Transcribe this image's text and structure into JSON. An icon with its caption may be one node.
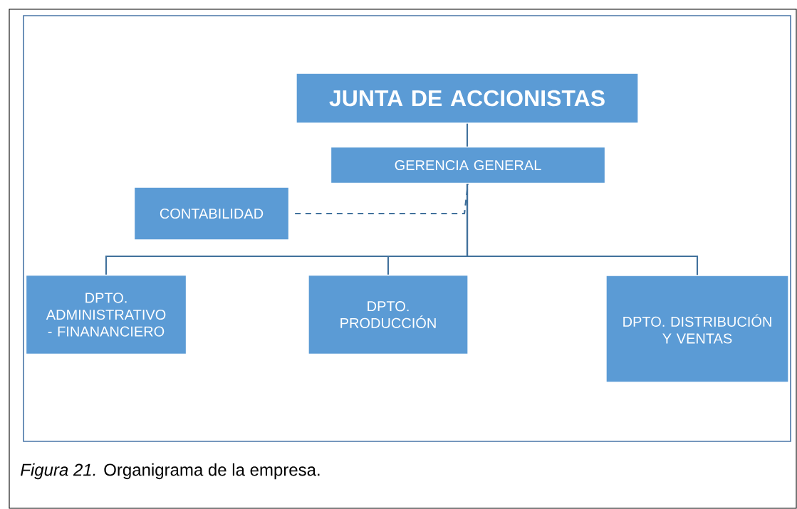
{
  "diagram": {
    "caption": "*Figura 21.*  Organigrama de la empresa.",
    "nodes": [
      {
        "text": [
          "JUNTA DE ACCIONISTAS"
        ]
      },
      {
        "text": [
          "GERENCIA GENERAL"
        ]
      },
      {
        "text": [
          "CONTABILIDAD"
        ]
      },
      {
        "text": [
          "DPTO. ADMINISTRATIVO - FINANANCIERO"
        ]
      },
      {
        "text": [
          "DPTO. PRODUCCIÓN"
        ]
      },
      {
        "text": [
          "DPTO. DISTRIBUCIÓN Y VENTAS"
        ]
      }
    ],
    "edges": [
      {
        "from": 0,
        "to": 1,
        "arrow": "none"
      },
      {
        "from": 2,
        "to": 1,
        "arrow": "none",
        "style": "dashed"
      },
      {
        "from": 1,
        "to": 3,
        "arrow": "none"
      },
      {
        "from": 1,
        "to": 4,
        "arrow": "none"
      },
      {
        "from": 1,
        "to": 5,
        "arrow": "none"
      }
    ]
  }
}
